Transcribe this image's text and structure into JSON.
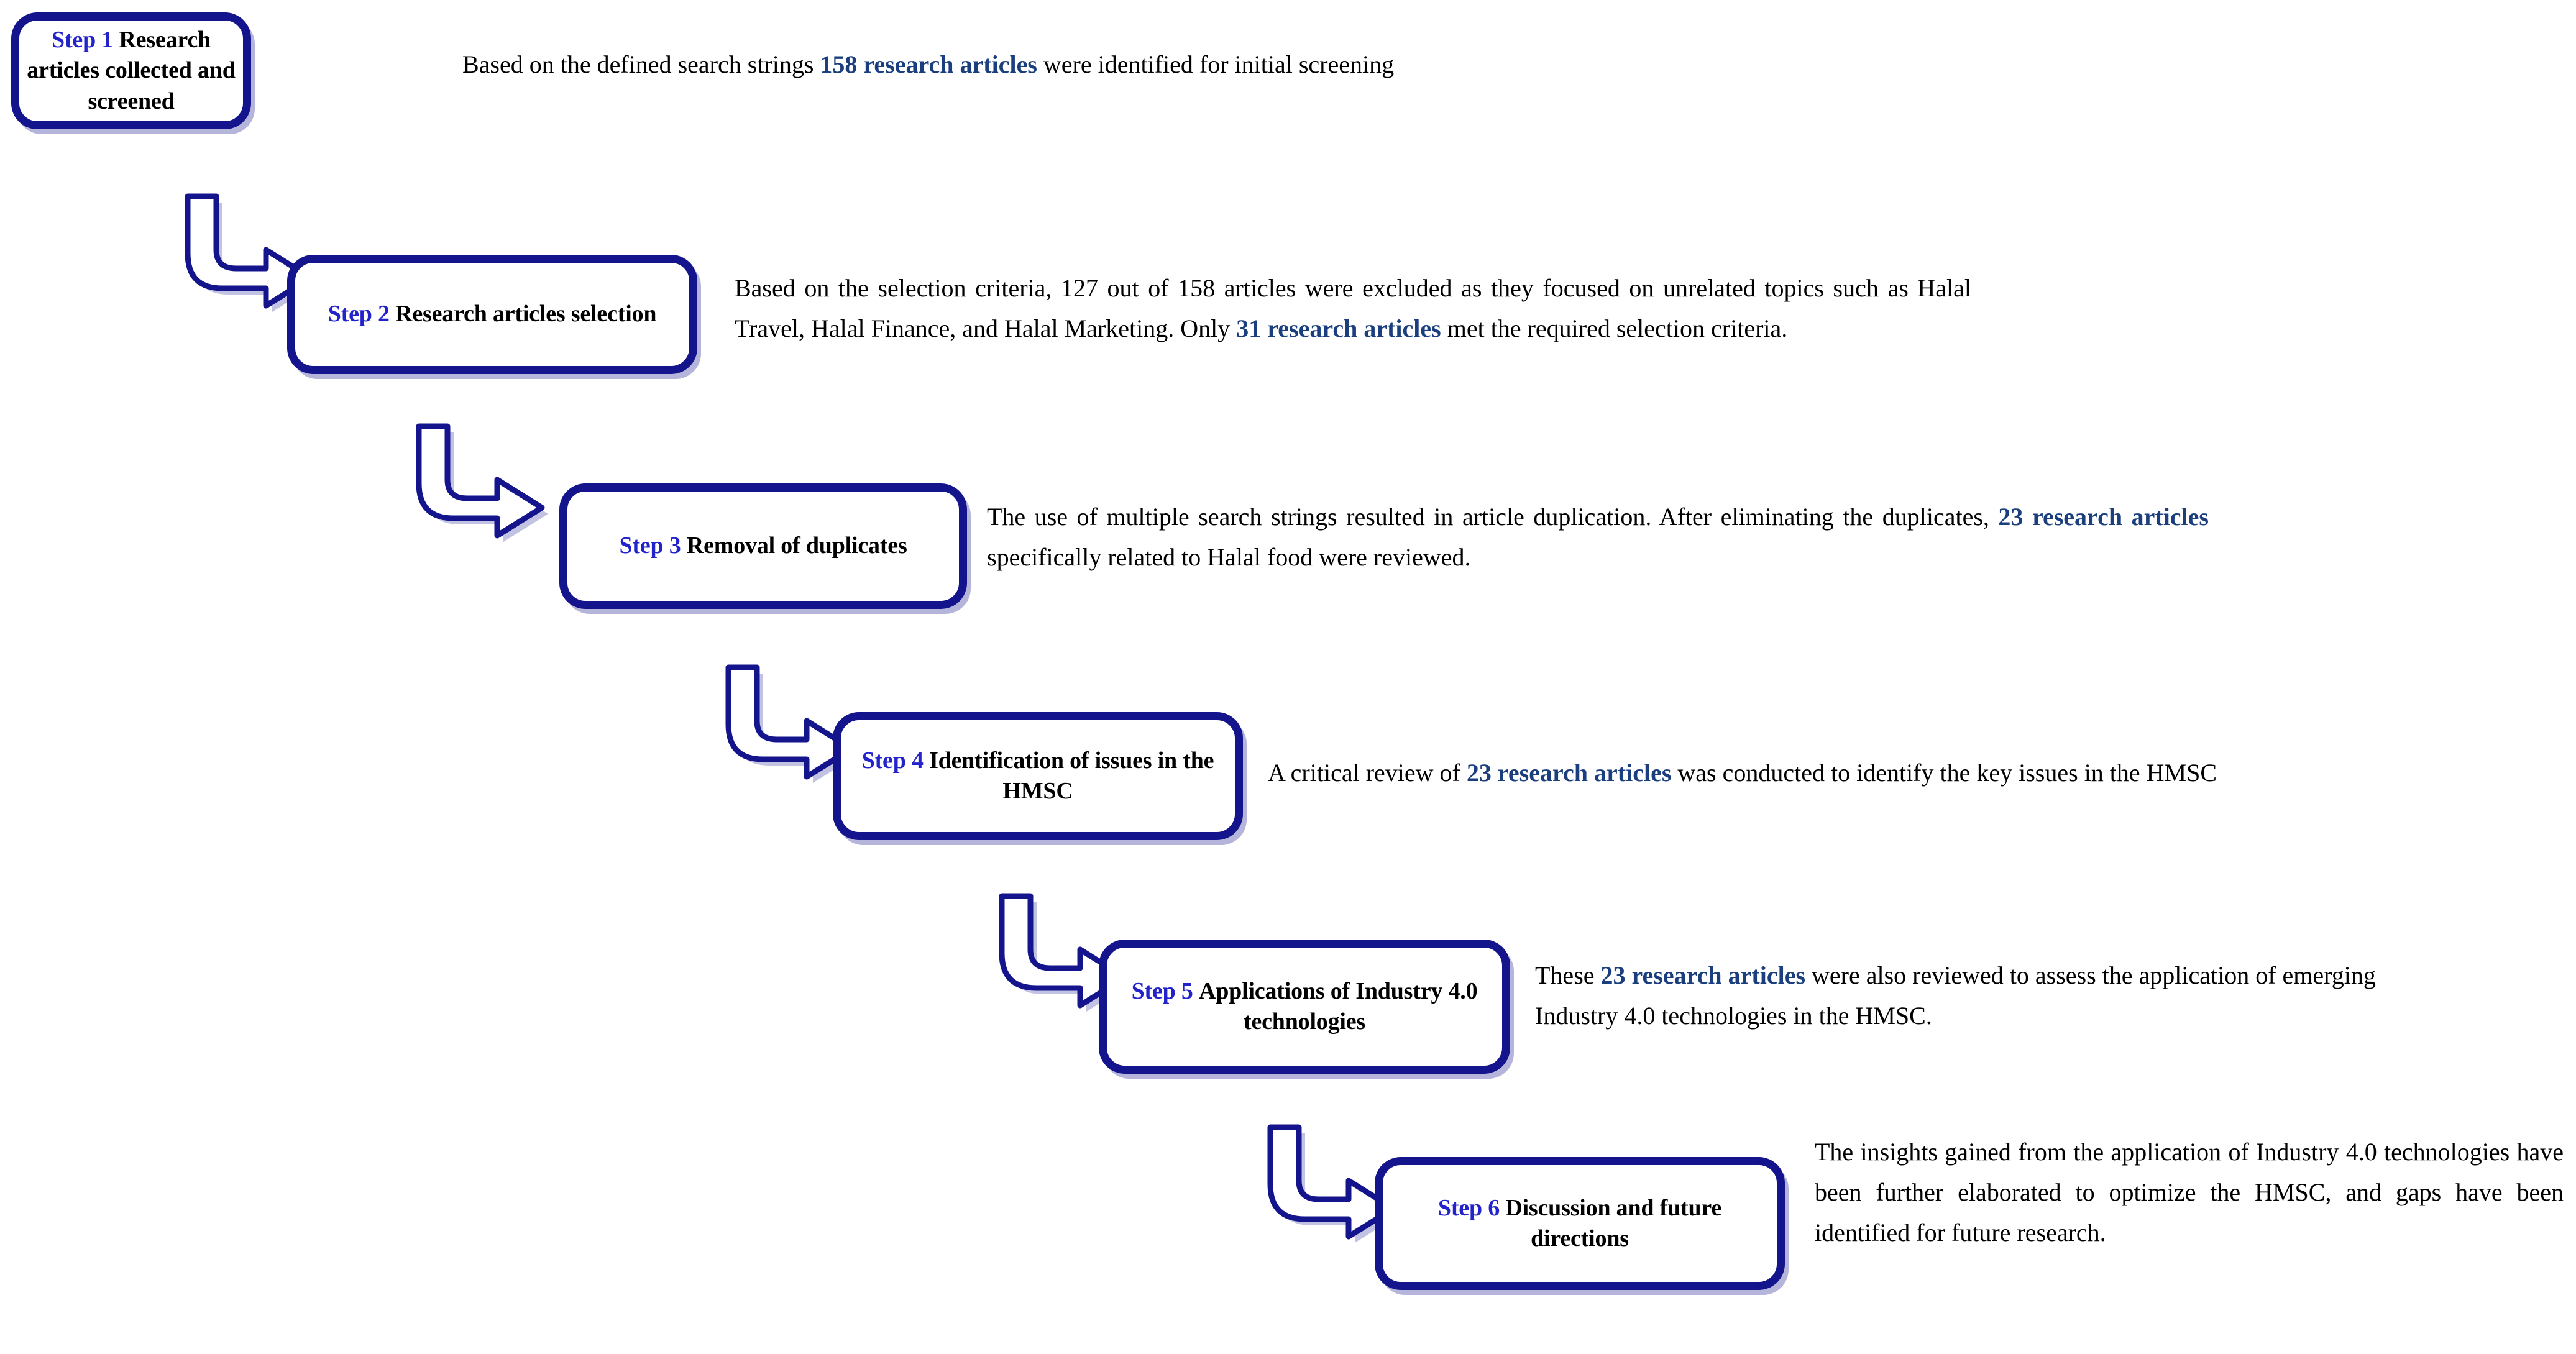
{
  "diagram": {
    "title": "Research methodology flowchart",
    "colors": {
      "box_border": "#14148c",
      "step_label_blue": "#2323cc",
      "highlight_navy": "#1b3f7e",
      "body_text": "#000000",
      "background": "#ffffff"
    }
  },
  "steps": [
    {
      "id": "step-1",
      "label": "Step 1",
      "title": "Research articles collected and screened",
      "description": {
        "segments": [
          {
            "text": "Based on the defined search strings ",
            "style": "normal"
          },
          {
            "text": "158 research articles",
            "style": "highlight"
          },
          {
            "text": " were identified for initial screening",
            "style": "normal"
          }
        ],
        "plain": "Based on the defined search strings 158 research articles were identified for initial screening"
      }
    },
    {
      "id": "step-2",
      "label": "Step 2",
      "title": "Research articles selection",
      "description": {
        "segments": [
          {
            "text": "Based on the selection criteria, 127 out of 158 articles were excluded as they focused on unrelated topics such as Halal Travel, Halal Finance, and Halal Marketing. Only ",
            "style": "normal"
          },
          {
            "text": "31 research articles",
            "style": "highlight"
          },
          {
            "text": " met the required selection criteria.",
            "style": "normal"
          }
        ],
        "plain": "Based on the selection criteria, 127 out of 158 articles were excluded as they focused on unrelated topics such as Halal Travel, Halal Finance, and Halal Marketing. Only 31 research articles met the required selection criteria."
      }
    },
    {
      "id": "step-3",
      "label": "Step 3",
      "title": "Removal of duplicates",
      "description": {
        "segments": [
          {
            "text": "The use of multiple search strings resulted in article duplication. After eliminating the duplicates, ",
            "style": "normal"
          },
          {
            "text": "23 research articles",
            "style": "highlight"
          },
          {
            "text": " specifically related to Halal food were reviewed.",
            "style": "normal"
          }
        ],
        "plain": "The use of multiple search strings resulted in article duplication. After eliminating the duplicates, 23 research articles specifically related to Halal food were reviewed."
      }
    },
    {
      "id": "step-4",
      "label": "Step 4",
      "title": "Identification of issues in the HMSC",
      "description": {
        "segments": [
          {
            "text": "A critical review of ",
            "style": "normal"
          },
          {
            "text": "23 research articles",
            "style": "highlight"
          },
          {
            "text": " was conducted to identify the key issues in the HMSC",
            "style": "normal"
          }
        ],
        "plain": "A critical review of 23 research articles was conducted to identify the key issues in the HMSC"
      }
    },
    {
      "id": "step-5",
      "label": "Step 5",
      "title": "Applications of Industry 4.0 technologies",
      "description": {
        "segments": [
          {
            "text": "These ",
            "style": "normal"
          },
          {
            "text": "23 research articles",
            "style": "highlight"
          },
          {
            "text": " were also reviewed to assess the application of emerging Industry 4.0 technologies in the HMSC.",
            "style": "normal"
          }
        ],
        "plain": "These 23 research articles were also reviewed to assess the application of emerging Industry 4.0 technologies in the HMSC."
      }
    },
    {
      "id": "step-6",
      "label": "Step 6",
      "title": "Discussion and future directions",
      "description": {
        "segments": [
          {
            "text": "The insights gained from the application of Industry 4.0 technologies have been further elaborated to optimize the HMSC, and gaps have been identified for future research.",
            "style": "normal"
          }
        ],
        "plain": "The insights gained from the application of Industry 4.0 technologies have been further elaborated to optimize the HMSC, and gaps have been identified for future research."
      }
    }
  ],
  "connectors": [
    {
      "id": "arrow-1-2",
      "from": "step-1",
      "to": "step-2",
      "icon": "elbow-arrow-down-right-icon"
    },
    {
      "id": "arrow-2-3",
      "from": "step-2",
      "to": "step-3",
      "icon": "elbow-arrow-down-right-icon"
    },
    {
      "id": "arrow-3-4",
      "from": "step-3",
      "to": "step-4",
      "icon": "elbow-arrow-down-right-icon"
    },
    {
      "id": "arrow-4-5",
      "from": "step-4",
      "to": "step-5",
      "icon": "elbow-arrow-down-right-icon"
    },
    {
      "id": "arrow-5-6",
      "from": "step-5",
      "to": "step-6",
      "icon": "elbow-arrow-down-right-icon"
    }
  ]
}
